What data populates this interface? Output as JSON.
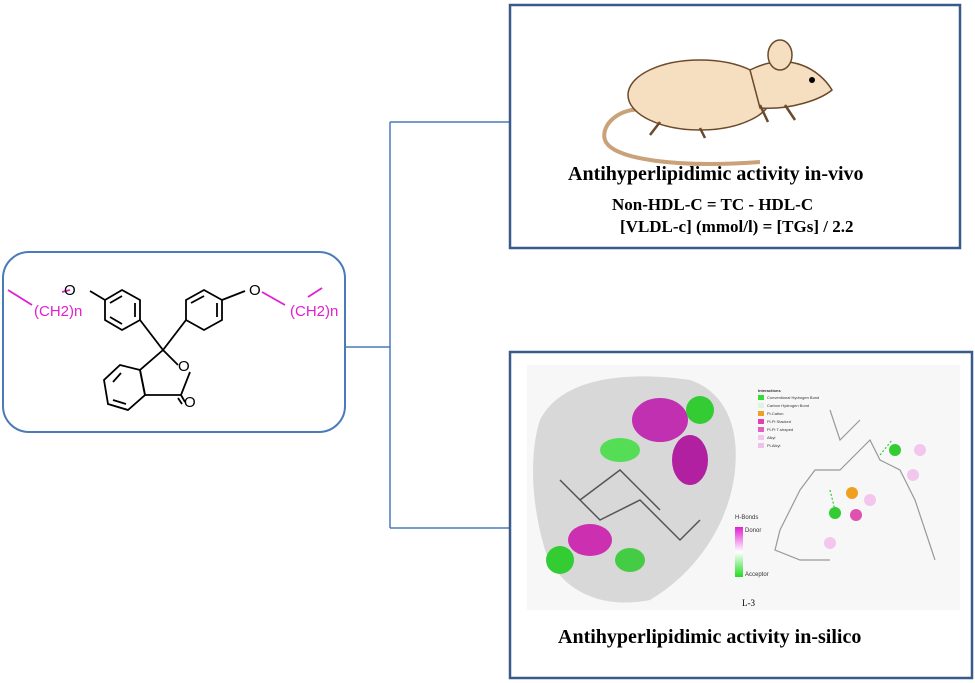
{
  "molecule": {
    "left_chain": "(CH2)n",
    "right_chain": "(CH2)n",
    "oxygen": "O",
    "chain_sub": "2"
  },
  "invivo": {
    "title": "Antihyperlipidimic activity in-vivo",
    "eq1": "Non-HDL-C = TC - HDL-C",
    "eq2": "[VLDL-c] (mmol/l) = [TGs] / 2.2"
  },
  "insilico": {
    "title": "Antihyperlipidimic activity in-silico",
    "label": "L-3",
    "hbonds": "H-Bonds",
    "donor": "Donor",
    "acceptor": "Acceptor",
    "legend_title": "Interactions",
    "legend": [
      {
        "label": "Conventional Hydrogen Bond",
        "color": "#33dd33"
      },
      {
        "label": "Carbon Hydrogen Bond",
        "color": "#ddf5dd"
      },
      {
        "label": "Pi-Cation",
        "color": "#f0a020"
      },
      {
        "label": "Pi-Pi Stacked",
        "color": "#e040b0"
      },
      {
        "label": "Pi-Pi T-shaped",
        "color": "#e060c0"
      },
      {
        "label": "Alkyl",
        "color": "#f3c6ee"
      },
      {
        "label": "Pi-Alkyl",
        "color": "#f0c0ea"
      }
    ]
  },
  "colors": {
    "frame": "#3a5a8c",
    "connector": "#4a7ab8",
    "accent": "#e020d0"
  }
}
